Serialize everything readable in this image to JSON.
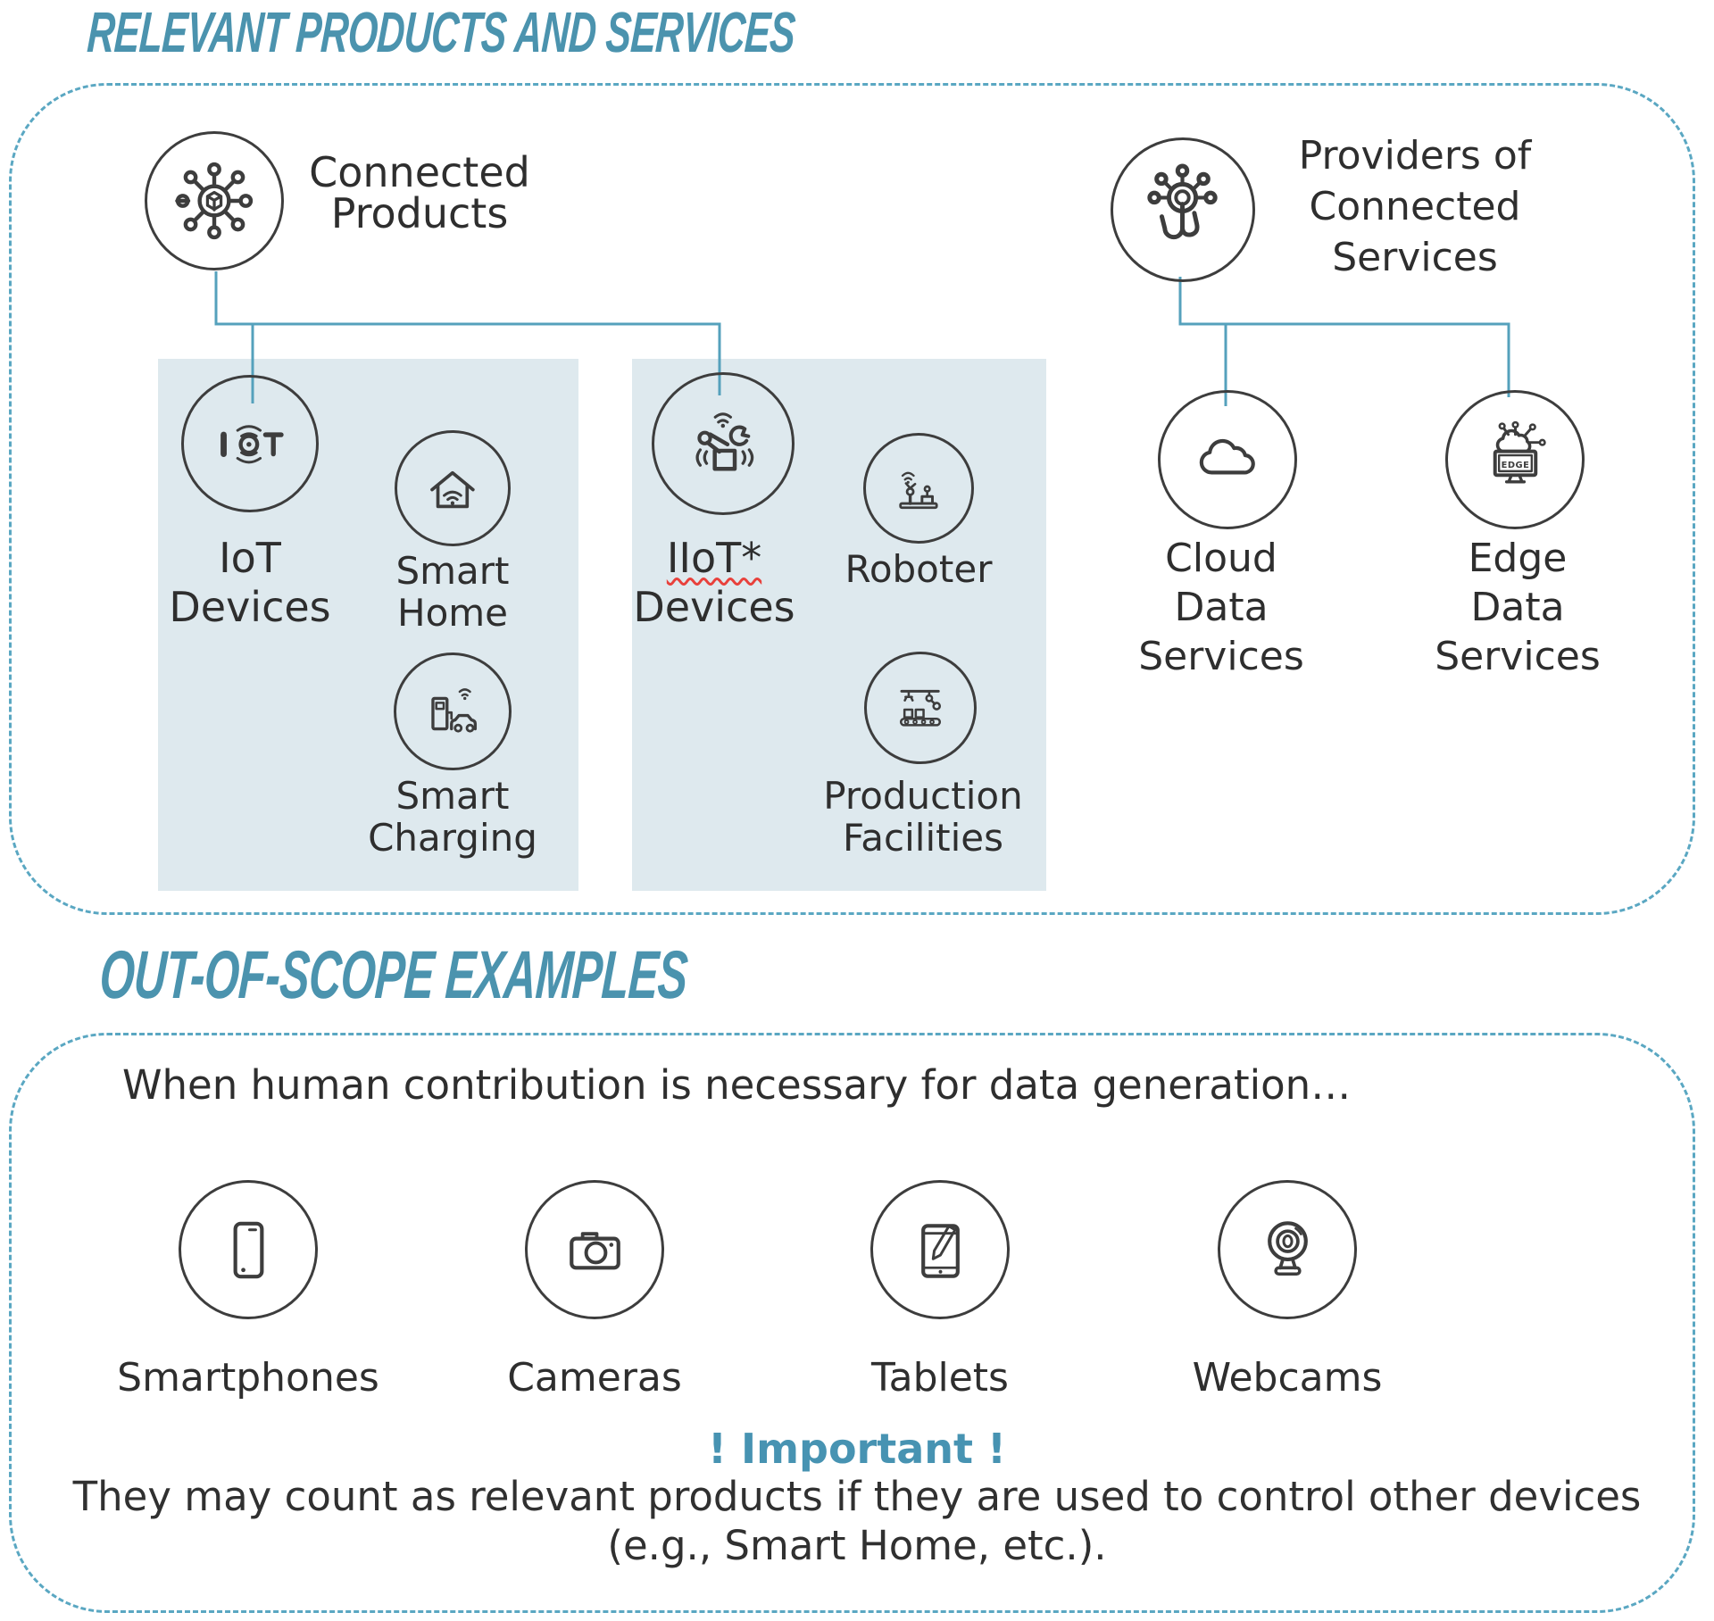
{
  "colors": {
    "accent_teal": "#4b93ae",
    "important_teal": "#4793b2",
    "connector_teal": "#55a1bc",
    "dashed_border": "#5aa7c2",
    "box_fill": "#dee9ee",
    "icon_stroke": "#3d3d3d",
    "body_text": "#2e2e2e",
    "squiggle_red": "#e8413c"
  },
  "section1": {
    "title": "RELEVANT PRODUCTS AND SERVICES",
    "connected_products": {
      "line1": "Connected",
      "line2": "Products"
    },
    "providers": {
      "line1": "Providers of",
      "line2": "Connected",
      "line3": "Services"
    },
    "iot": {
      "line1": "IoT",
      "line2": "Devices"
    },
    "smart_home": {
      "line1": "Smart",
      "line2": "Home"
    },
    "smart_charging": {
      "line1": "Smart",
      "line2": "Charging"
    },
    "iiot": {
      "line1": "IIoT*",
      "line2": "Devices"
    },
    "roboter": {
      "line1": "Roboter"
    },
    "production": {
      "line1": "Production",
      "line2": "Facilities"
    },
    "cloud": {
      "line1": "Cloud",
      "line2": "Data",
      "line3": "Services"
    },
    "edge": {
      "line1": "Edge",
      "line2": "Data",
      "line3": "Services",
      "icon_text": "EDGE"
    }
  },
  "section2": {
    "title": "OUT-OF-SCOPE EXAMPLES",
    "intro": "When human contribution is necessary for data generation…",
    "items": [
      {
        "label": "Smartphones"
      },
      {
        "label": "Cameras"
      },
      {
        "label": "Tablets"
      },
      {
        "label": "Webcams"
      }
    ],
    "important": "! Important !",
    "note_line1": "They may count as relevant products if they are used to control other devices",
    "note_line2": "(e.g., Smart Home, etc.)."
  }
}
